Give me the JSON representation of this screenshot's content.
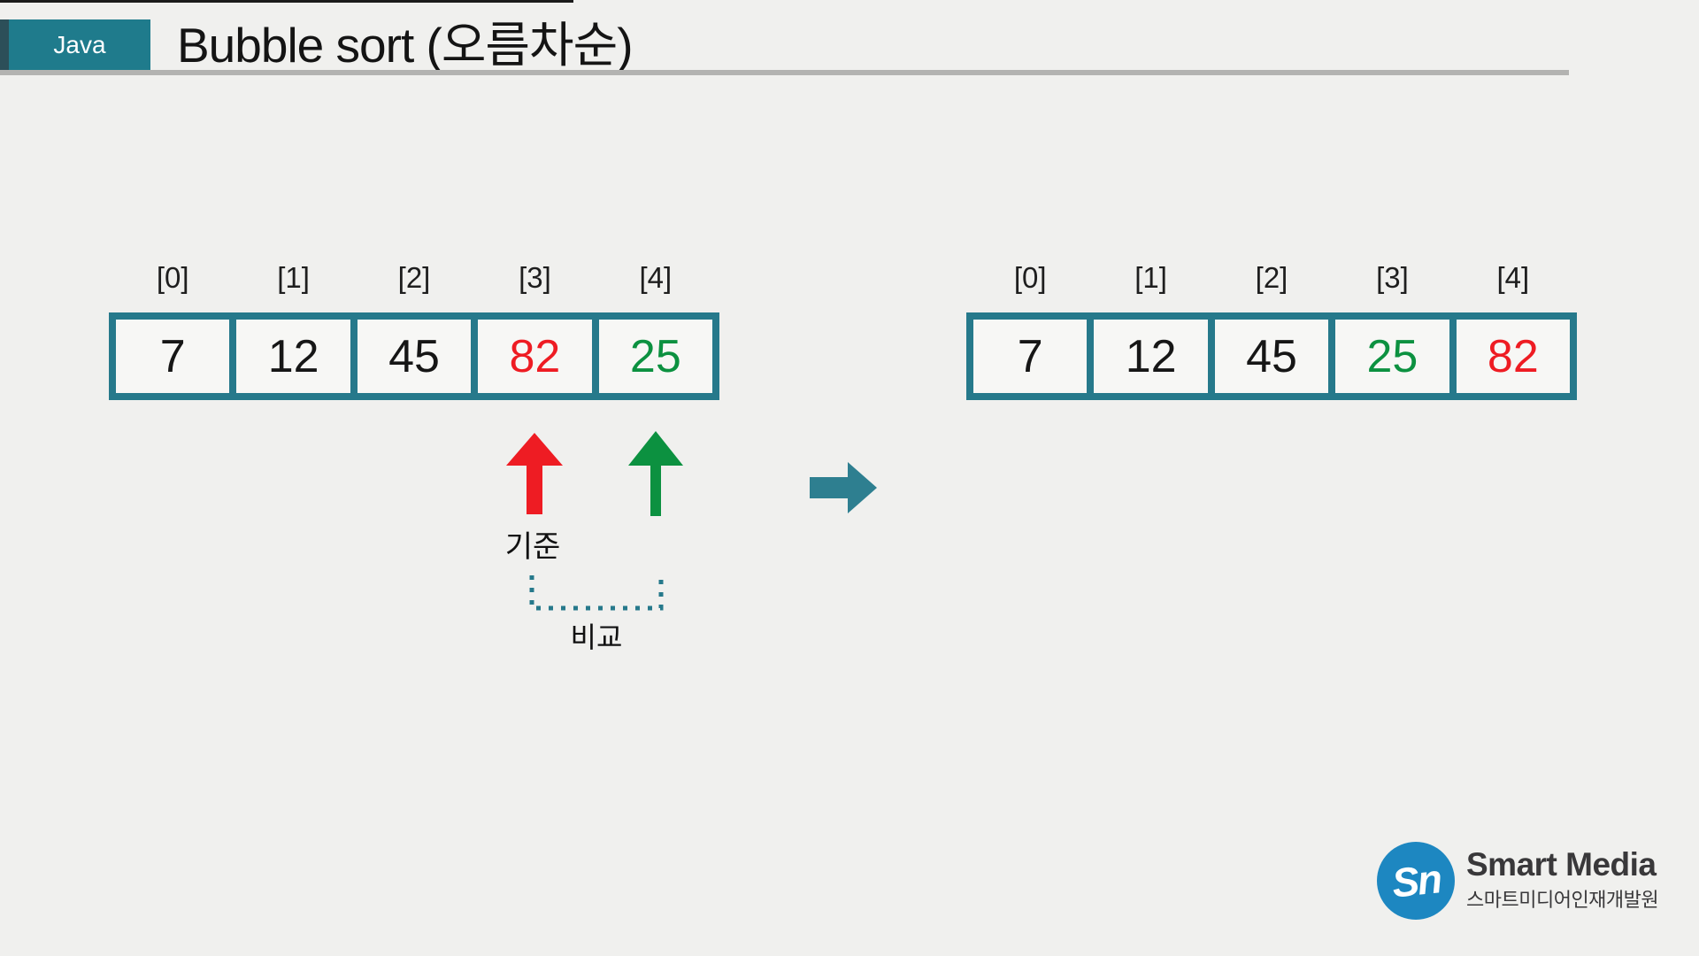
{
  "header": {
    "badge_label": "Java",
    "title": "Bubble sort (오름차순)"
  },
  "diagram": {
    "before_array": {
      "indices": [
        "[0]",
        "[1]",
        "[2]",
        "[3]",
        "[4]"
      ],
      "cells": [
        {
          "value": "7",
          "color": "default"
        },
        {
          "value": "12",
          "color": "default"
        },
        {
          "value": "45",
          "color": "default"
        },
        {
          "value": "82",
          "color": "red"
        },
        {
          "value": "25",
          "color": "green"
        }
      ]
    },
    "after_array": {
      "indices": [
        "[0]",
        "[1]",
        "[2]",
        "[3]",
        "[4]"
      ],
      "cells": [
        {
          "value": "7",
          "color": "default"
        },
        {
          "value": "12",
          "color": "default"
        },
        {
          "value": "45",
          "color": "default"
        },
        {
          "value": "25",
          "color": "green"
        },
        {
          "value": "82",
          "color": "red"
        }
      ]
    },
    "labels": {
      "reference": "기준",
      "compare": "비교"
    },
    "icons": {
      "reference_arrow": "red-up-arrow",
      "compare_arrow": "green-up-arrow",
      "transform_arrow": "teal-right-arrow",
      "compare_bracket": "teal-dotted-bracket"
    }
  },
  "colors": {
    "teal": "#26798b",
    "red": "#ee1c23",
    "green": "#0c9140",
    "arrow_teal": "#2e7f90",
    "logo_blue": "#1d87c1",
    "badge_teal": "#1f7b8c"
  },
  "footer": {
    "logo_monogram": "Sn",
    "logo_title": "Smart Media",
    "logo_subtitle": "스마트미디어인재개발원"
  }
}
